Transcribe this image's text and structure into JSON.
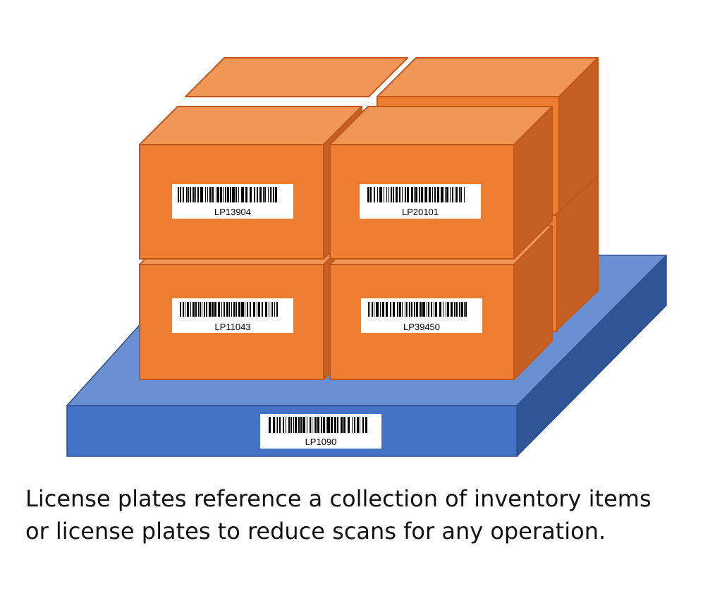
{
  "colors": {
    "box_front": "#ED7D31",
    "box_top": "#F19656",
    "box_side": "#C55F22",
    "box_edge": "#C0581E",
    "pallet_front": "#4472C4",
    "pallet_top": "#6A8FD2",
    "pallet_side": "#2F5597",
    "pallet_edge": "#2E4E8C",
    "label_bg": "#FFFFFF",
    "barcode": "#000000"
  },
  "pallet": {
    "label": "LP1090"
  },
  "boxes": [
    {
      "id": "front-top-left",
      "label": "LP13904"
    },
    {
      "id": "front-top-right",
      "label": "LP20101"
    },
    {
      "id": "front-bottom-left",
      "label": "LP11043"
    },
    {
      "id": "front-bottom-right",
      "label": "LP39450"
    }
  ],
  "caption": {
    "line1": "License plates reference a collection of inventory items",
    "line2": "or license plates to reduce scans for any operation."
  }
}
